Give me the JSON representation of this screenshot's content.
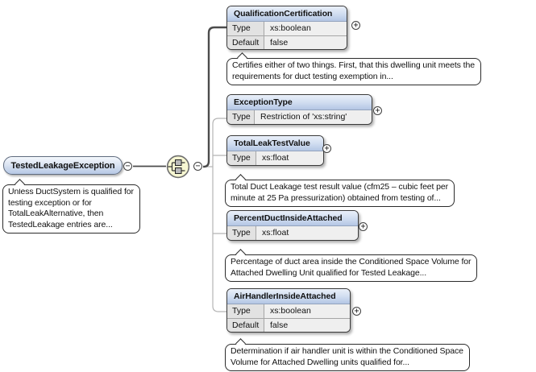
{
  "icons": {
    "collapse": "−",
    "expand": "+"
  },
  "tree": {
    "root": {
      "name": "TestedLeakageException",
      "annotation_lines": [
        "Unless DuctSystem is qualified for",
        "testing exception or for",
        "TotalLeakAlternative, then",
        "TestedLeakage entries are..."
      ]
    },
    "children": [
      {
        "name": "QualificationCertification",
        "rows": [
          {
            "label": "Type",
            "value": "xs:boolean"
          },
          {
            "label": "Default",
            "value": "false"
          }
        ],
        "annotation_lines": [
          "Certifies either of two things. First, that this dwelling unit meets the",
          "requirements for duct testing exemption in..."
        ]
      },
      {
        "name": "ExceptionType",
        "rows": [
          {
            "label": "Type",
            "value": "Restriction of 'xs:string'"
          }
        ]
      },
      {
        "name": "TotalLeakTestValue",
        "rows": [
          {
            "label": "Type",
            "value": "xs:float"
          }
        ],
        "annotation_lines": [
          "Total Duct Leakage test result value (cfm25 – cubic feet per",
          "minute at 25 Pa pressurization) obtained from testing of..."
        ]
      },
      {
        "name": "PercentDuctInsideAttached",
        "rows": [
          {
            "label": "Type",
            "value": "xs:float"
          }
        ],
        "annotation_lines": [
          "Percentage of duct area inside the Conditioned Space Volume for",
          "Attached Dwelling Unit qualified for Tested Leakage..."
        ]
      },
      {
        "name": "AirHandlerInsideAttached",
        "rows": [
          {
            "label": "Type",
            "value": "xs:boolean"
          },
          {
            "label": "Default",
            "value": "false"
          }
        ],
        "annotation_lines": [
          "Determination if air handler unit is within the Conditioned Space",
          "Volume for Attached Dwelling units qualified for..."
        ]
      }
    ]
  }
}
